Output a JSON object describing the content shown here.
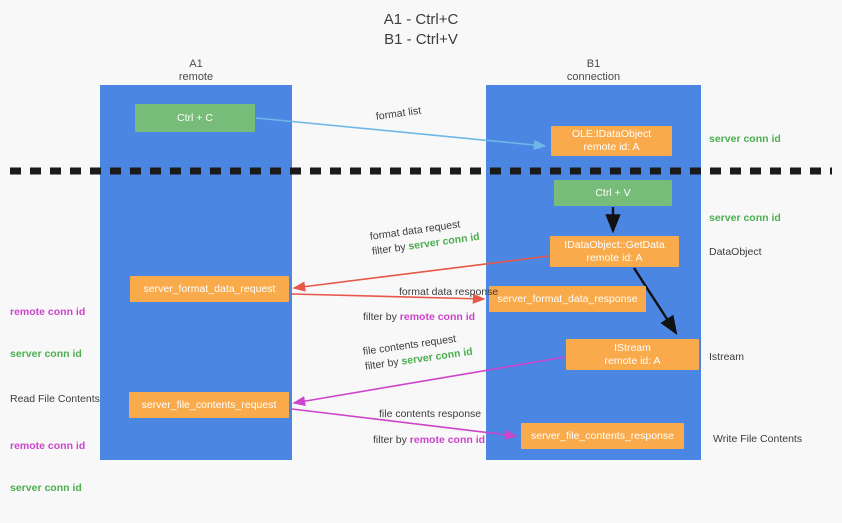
{
  "title": "A1 - Ctrl+C\nB1 - Ctrl+V",
  "lanes": [
    {
      "name": "A1",
      "sub": "remote",
      "header": "A1\nremote",
      "color": "#4a86e2"
    },
    {
      "name": "B1",
      "sub": "connection",
      "header": "B1\nconnection",
      "color": "#4a86e2"
    }
  ],
  "colors": {
    "lane": "#4a86e2",
    "green_box": "#77bd79",
    "orange_box": "#f9aa4b",
    "server_conn_id": "#4cae4f",
    "remote_conn_id": "#cc44cc",
    "arrow_blue": "#6fb7e8",
    "arrow_red": "#e8574a",
    "arrow_magenta": "#cc44cc",
    "arrow_black": "#111111",
    "background": "#f8f8f8",
    "text": "#3c3c3c"
  },
  "boxes": {
    "ctrl_c": {
      "label": "Ctrl + C",
      "kind": "green"
    },
    "dataobject_a": {
      "label": "OLE:IDataObject\nremote id: A",
      "kind": "orange"
    },
    "ctrl_v": {
      "label": "Ctrl + V",
      "kind": "green"
    },
    "getdata": {
      "label": "IDataObject::GetData\nremote id: A",
      "kind": "orange"
    },
    "istream": {
      "label": "IStream\nremote id: A",
      "kind": "orange"
    },
    "format_data_request": {
      "label": "server_format_data_request",
      "kind": "orange"
    },
    "format_data_response": {
      "label": "server_format_data_response",
      "kind": "orange"
    },
    "file_contents_request": {
      "label": "server_file_contents_request",
      "kind": "orange"
    },
    "file_contents_response": {
      "label": "server_file_contents_response",
      "kind": "orange"
    }
  },
  "arrow_labels": {
    "format_list": {
      "line1": "format list",
      "line2": "",
      "filter_word": "",
      "filter_kind": ""
    },
    "format_data_request": {
      "line1": "format data request",
      "prefix": "filter by ",
      "filter_word": "server conn id",
      "filter_kind": "green"
    },
    "format_data_response": {
      "line1": "format data response",
      "prefix": "filter by ",
      "filter_word": "remote conn id",
      "filter_kind": "mag"
    },
    "file_contents_request": {
      "line1": "file contents request",
      "prefix": "filter by ",
      "filter_word": "server conn id",
      "filter_kind": "green"
    },
    "file_contents_response": {
      "line1": "file contents response",
      "prefix": "filter by ",
      "filter_word": "remote conn id",
      "filter_kind": "mag"
    }
  },
  "right_notes": {
    "note1": "server conn id",
    "note2": "server conn id",
    "note3": "DataObject",
    "note4": "Istream",
    "note5": "Write File Contents"
  },
  "left_notes": {
    "conn_pair_top": "remote conn id\nserver conn id",
    "read_file_contents": "Read File Contents",
    "conn_pair_bottom": "remote conn id\nserver conn id"
  }
}
